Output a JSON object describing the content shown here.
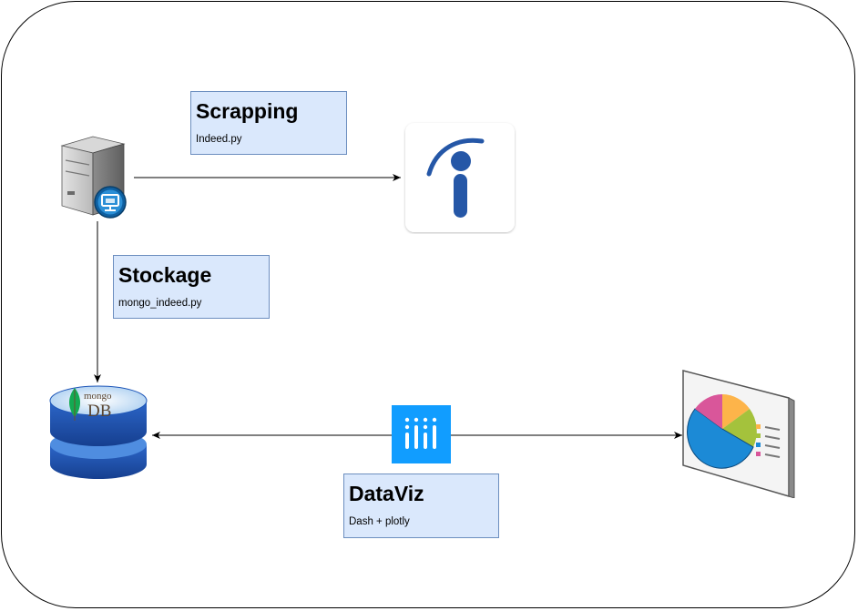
{
  "cards": {
    "scrapping": {
      "title": "Scrapping",
      "subtitle": "Indeed.py"
    },
    "stockage": {
      "title": "Stockage",
      "subtitle": "mongo_indeed.py"
    },
    "dataviz": {
      "title": "DataViz",
      "subtitle": "Dash + plotly"
    }
  },
  "mongodb_logo": {
    "top_text": "mongo",
    "bottom_text": "DB"
  },
  "colors": {
    "card_fill": "#dae8fc",
    "card_border": "#6c8ebf",
    "indeed_blue": "#2557a7",
    "plotly_blue": "#119dff",
    "db_blue": "#1e56b8"
  },
  "icons": [
    "server-icon",
    "indeed-logo-icon",
    "mongodb-icon",
    "plotly-icon",
    "dashboard-icon"
  ]
}
